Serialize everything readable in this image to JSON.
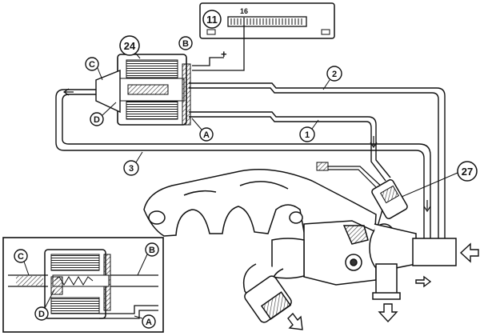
{
  "diagram": {
    "ecu": {
      "label": "11",
      "pin": "16"
    },
    "solenoid_valve": {
      "label": "24"
    },
    "ports": {
      "a": "A",
      "b": "B",
      "c": "C",
      "d": "D"
    },
    "pipes": {
      "p1": "1",
      "p2": "2",
      "p3": "3"
    },
    "actuator": {
      "label": "27"
    },
    "plus_sign": "+",
    "inset": {
      "a": "A",
      "b": "B",
      "c": "C",
      "d": "D"
    },
    "colors": {
      "ink": "#111111",
      "paper": "#ffffff",
      "hatch": "#555555"
    }
  }
}
